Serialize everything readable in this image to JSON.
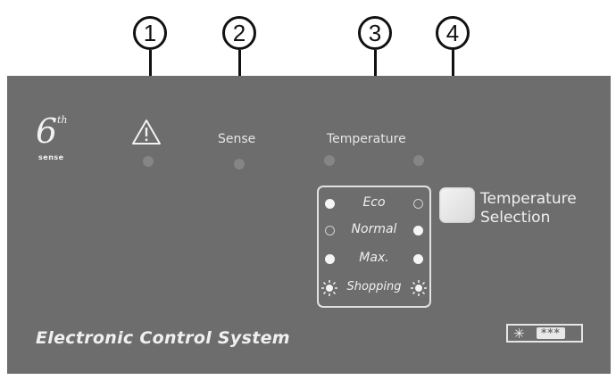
{
  "callouts": [
    "1",
    "2",
    "3",
    "4"
  ],
  "panel": {
    "logo": {
      "number": "6",
      "superscript": "th",
      "subtitle": "sense"
    },
    "indicators": {
      "sense_label": "Sense",
      "temperature_label": "Temperature"
    },
    "modes": [
      {
        "label": "Eco",
        "left_led": "on",
        "right_led": "off"
      },
      {
        "label": "Normal",
        "left_led": "off",
        "right_led": "on"
      },
      {
        "label": "Max.",
        "left_led": "on",
        "right_led": "on"
      },
      {
        "label": "Shopping",
        "left_led": "sun",
        "right_led": "sun"
      }
    ],
    "temperature_selection": {
      "line1": "Temperature",
      "line2": "Selection"
    },
    "footer_title": "Electronic Control System",
    "star_badge": {
      "star": "✳",
      "stars_inside": "***"
    }
  },
  "colors": {
    "panel": "#6d6d6d",
    "text": "#f0f0f0",
    "led_idle": "#858585"
  },
  "icons": [
    "warning-triangle-icon",
    "sun-icon",
    "snowflake-icon"
  ]
}
